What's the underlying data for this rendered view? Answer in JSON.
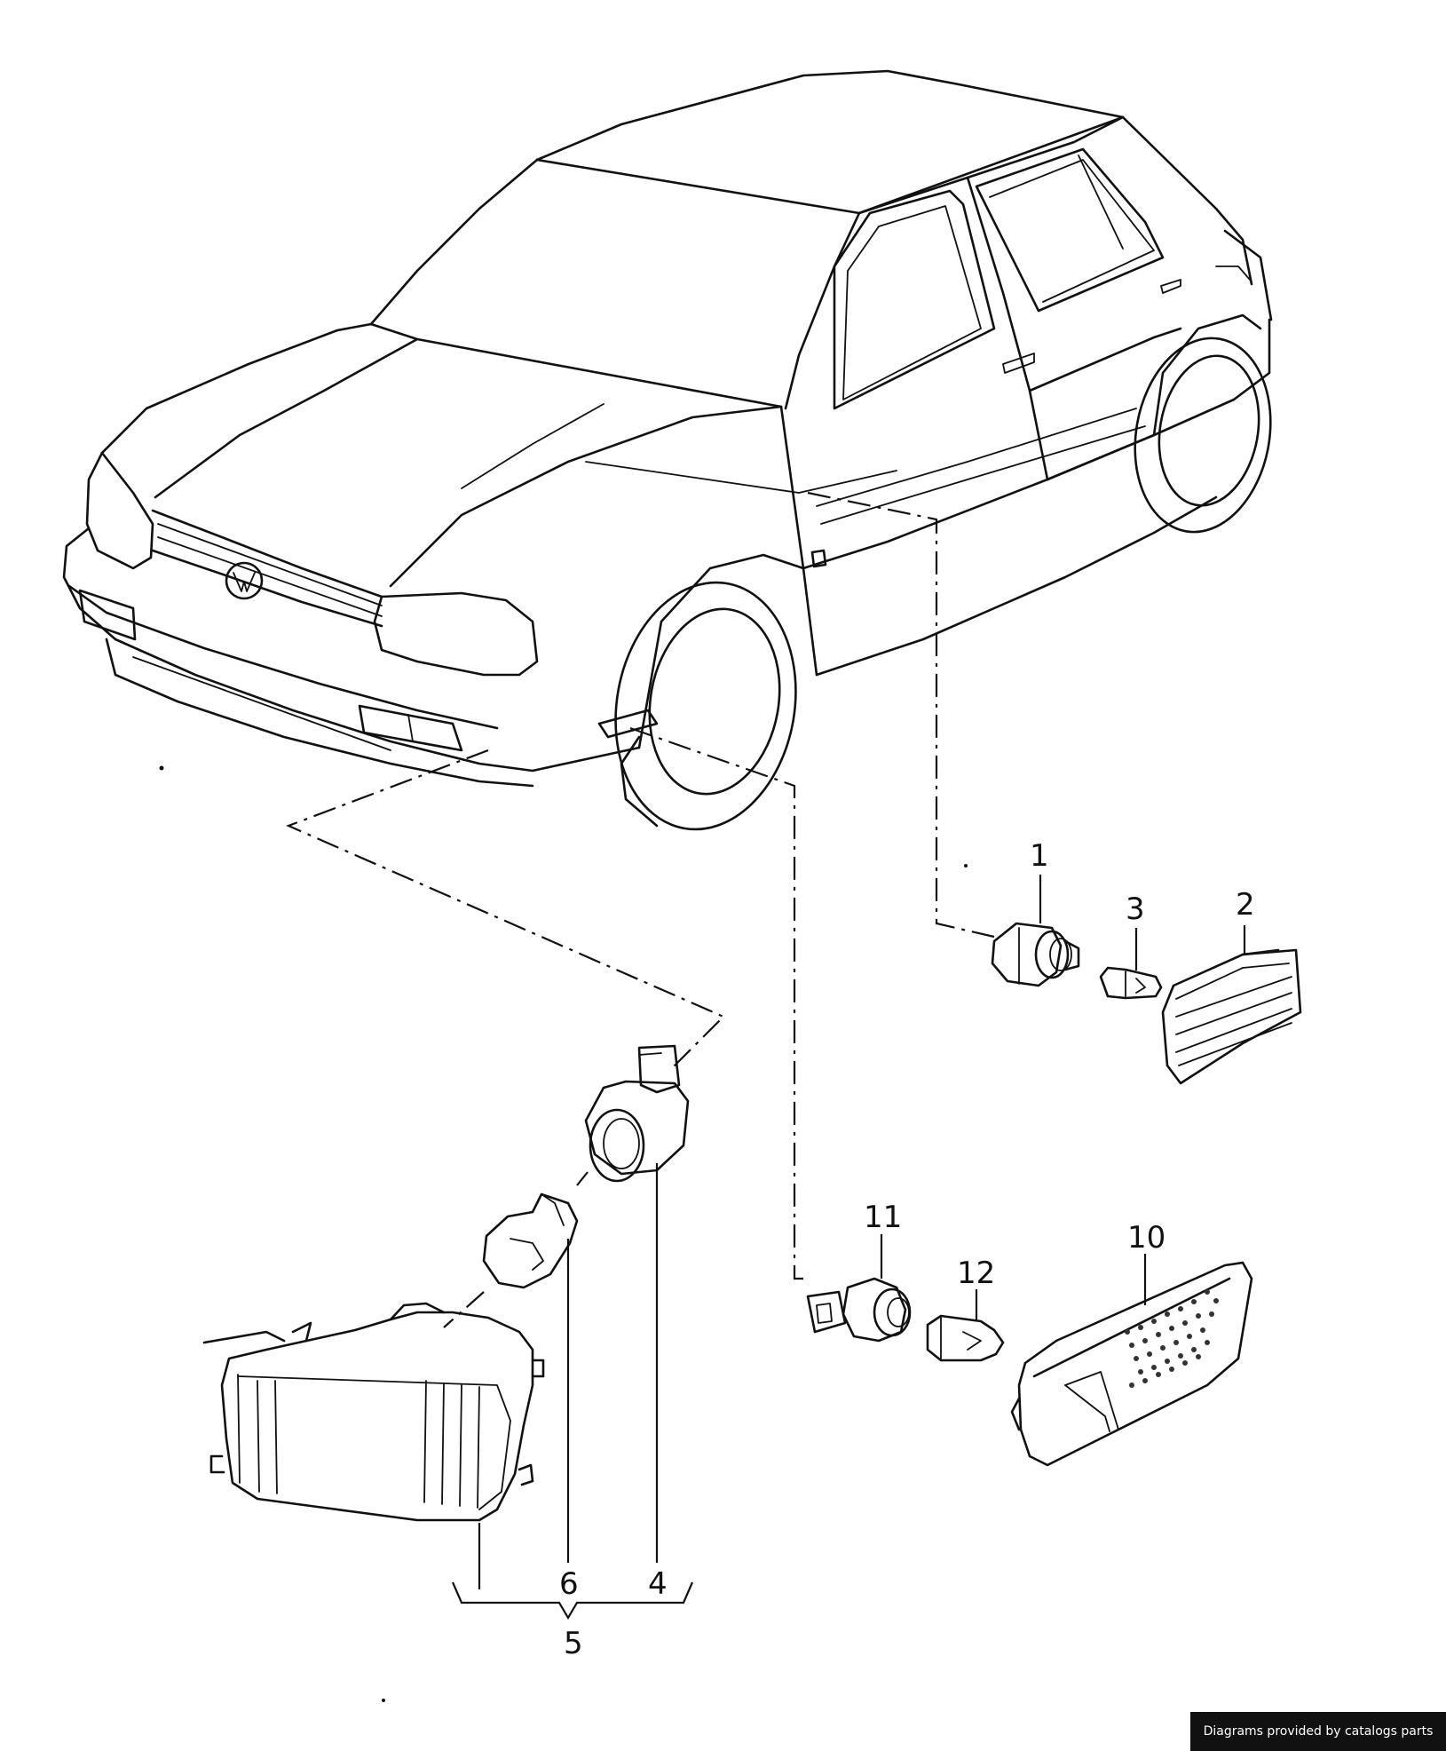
{
  "callouts": {
    "c1": "1",
    "c2": "2",
    "c3": "3",
    "c4": "4",
    "c5": "5",
    "c6": "6",
    "c10": "10",
    "c11": "11",
    "c12": "12"
  },
  "credit": "Diagrams provided by catalogs parts"
}
